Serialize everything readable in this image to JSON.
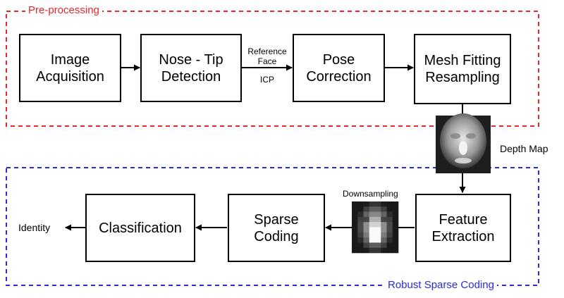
{
  "colors": {
    "preprocessing": "#e8262c",
    "robust": "#2a2ae0",
    "stroke": "#000000"
  },
  "groups": {
    "preprocessing": "Pre-processing",
    "robust": "Robust Sparse Coding"
  },
  "nodes": {
    "image_acquisition": "Image\nAcquisition",
    "nose_tip_detection": "Nose - Tip\nDetection",
    "pose_correction": "Pose\nCorrection",
    "mesh_fitting": "Mesh Fitting\nResampling",
    "feature_extraction": "Feature\nExtraction",
    "sparse_coding": "Sparse\nCoding",
    "classification": "Classification"
  },
  "labels": {
    "reference_face": "Reference\nFace",
    "icp": "ICP",
    "depth_map": "Depth Map",
    "downsampling": "Downsampling",
    "identity": "Identity"
  },
  "images": {
    "depth_map": "face-depth-map",
    "downsampled": "downsampled-face-depth-map"
  }
}
